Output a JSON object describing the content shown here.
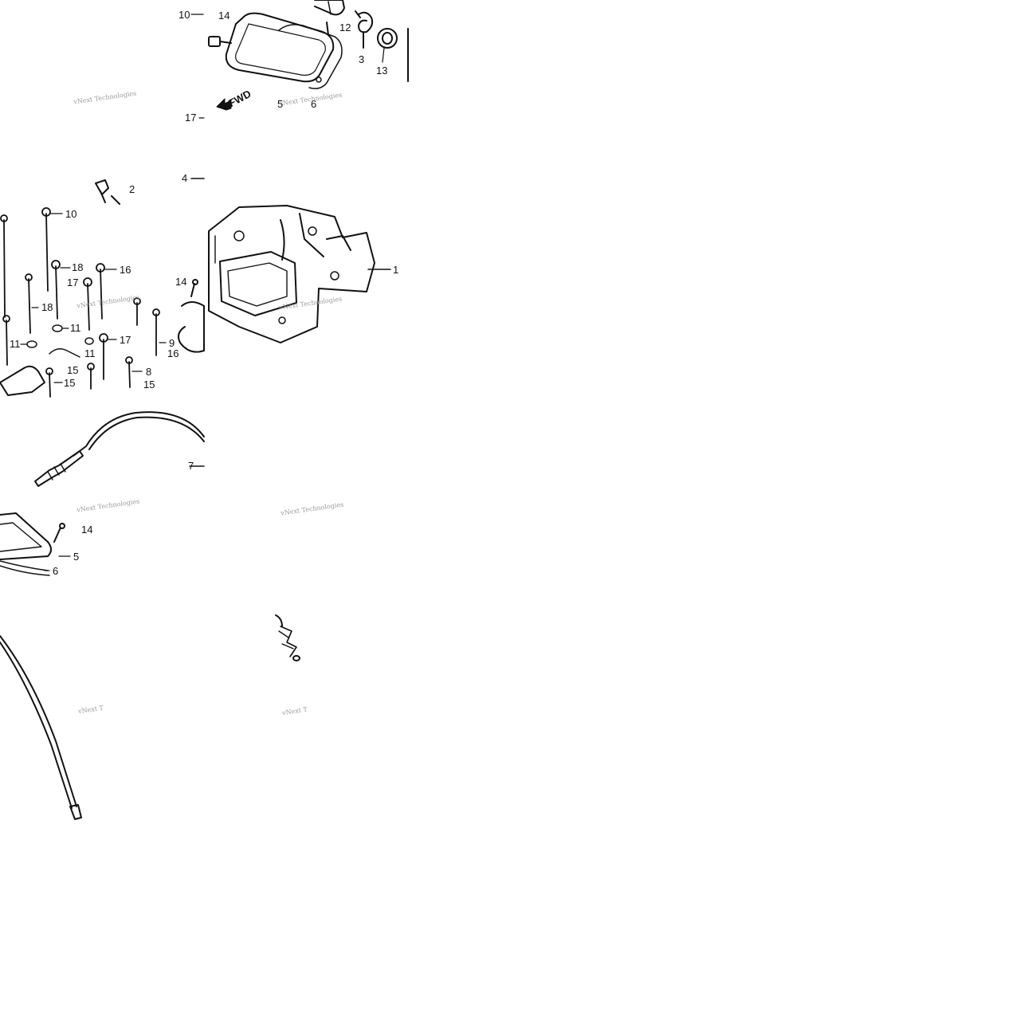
{
  "diagram": {
    "colors": {
      "ink": "#111111",
      "watermark": "#9a9a9a"
    },
    "fwd_label": "FWD",
    "callouts": [
      {
        "id": "c10a",
        "text": "10"
      },
      {
        "id": "c14a",
        "text": "14"
      },
      {
        "id": "c12",
        "text": "12"
      },
      {
        "id": "c3",
        "text": "3"
      },
      {
        "id": "c13",
        "text": "13"
      },
      {
        "id": "c5a",
        "text": "5"
      },
      {
        "id": "c6a",
        "text": "6"
      },
      {
        "id": "c17a",
        "text": "17"
      },
      {
        "id": "c4",
        "text": "4"
      },
      {
        "id": "c2",
        "text": "2"
      },
      {
        "id": "c10b",
        "text": "10"
      },
      {
        "id": "c18a",
        "text": "18"
      },
      {
        "id": "c16a",
        "text": "16"
      },
      {
        "id": "c17b",
        "text": "17"
      },
      {
        "id": "c18b",
        "text": "18"
      },
      {
        "id": "c14b",
        "text": "14"
      },
      {
        "id": "c1",
        "text": "1"
      },
      {
        "id": "c11a",
        "text": "11"
      },
      {
        "id": "c11b",
        "text": "11"
      },
      {
        "id": "c17c",
        "text": "17"
      },
      {
        "id": "c11c",
        "text": "11"
      },
      {
        "id": "c9",
        "text": "9"
      },
      {
        "id": "c16b",
        "text": "16"
      },
      {
        "id": "c15a",
        "text": "15"
      },
      {
        "id": "c8",
        "text": "8"
      },
      {
        "id": "c15b",
        "text": "15"
      },
      {
        "id": "c15c",
        "text": "15"
      },
      {
        "id": "c7",
        "text": "7"
      },
      {
        "id": "c14c",
        "text": "14"
      },
      {
        "id": "c5b",
        "text": "5"
      },
      {
        "id": "c6b",
        "text": "6"
      }
    ],
    "watermarks": [
      {
        "id": "w1",
        "text": "vNext Technologies"
      },
      {
        "id": "w2",
        "text": "vNext Technologies"
      },
      {
        "id": "w3",
        "text": "vNext Technologies"
      },
      {
        "id": "w4",
        "text": "vNext Technologies"
      },
      {
        "id": "w5",
        "text": "vNext Technologies"
      },
      {
        "id": "w6",
        "text": "vNext Technologies"
      },
      {
        "id": "w7",
        "text": "vNext T"
      },
      {
        "id": "w8",
        "text": "vNext T"
      }
    ]
  }
}
